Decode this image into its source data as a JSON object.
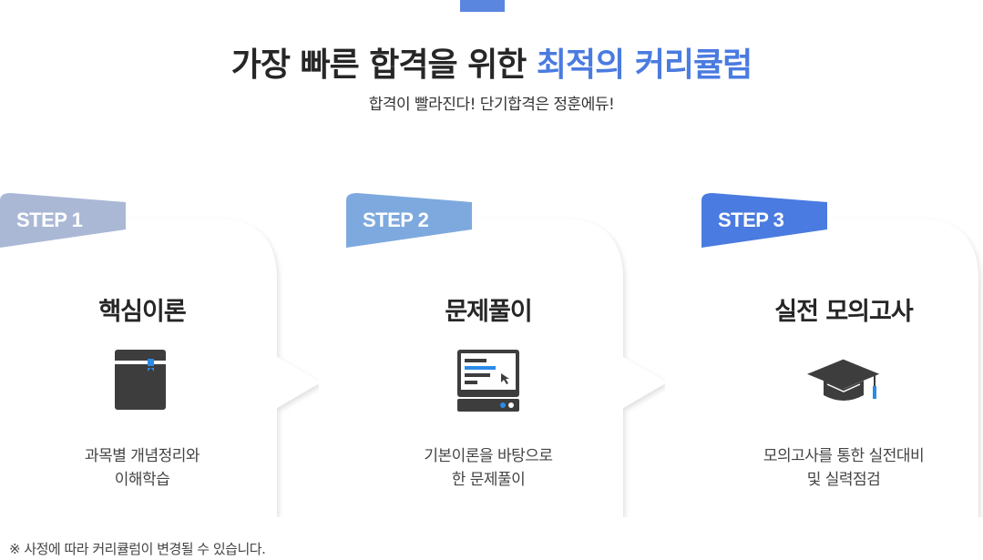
{
  "header": {
    "title_main": "가장 빠른 합격을 위한 ",
    "title_accent": "최적의 커리큘럼",
    "subtitle": "합격이 빨라진다! 단기합격은 정훈에듀!"
  },
  "steps": [
    {
      "label": "STEP 1",
      "title": "핵심이론",
      "desc_line1": "과목별 개념정리와",
      "desc_line2": "이해학습",
      "icon": "book-icon",
      "color": "#aab8d6"
    },
    {
      "label": "STEP 2",
      "title": "문제풀이",
      "desc_line1": "기본이론을 바탕으로",
      "desc_line2": "한 문제풀이",
      "icon": "monitor-icon",
      "color": "#7ea9de"
    },
    {
      "label": "STEP 3",
      "title": "실전 모의고사",
      "desc_line1": "모의고사를 통한 실전대비",
      "desc_line2": "및 실력점검",
      "icon": "graduation-cap-icon",
      "color": "#4a7be0"
    }
  ],
  "footer": {
    "note": "※ 사정에 따라 커리큘럼이 변경될 수 있습니다."
  }
}
